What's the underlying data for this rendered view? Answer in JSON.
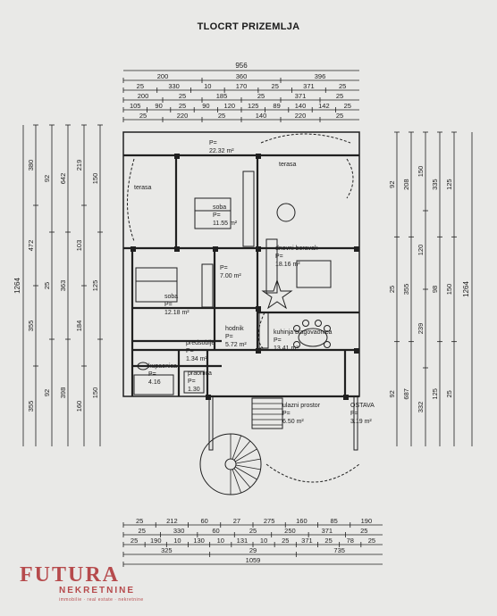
{
  "title": "TLOCRT PRIZEMLJA",
  "rooms": [
    {
      "name": "",
      "area": "P=\n22.32 m²"
    },
    {
      "name": "terasa",
      "area": ""
    },
    {
      "name": "terasa",
      "area": ""
    },
    {
      "name": "soba",
      "area": "P=\n11.55 m²"
    },
    {
      "name": "dnevni boravak",
      "area": "P=\n18.16 m²"
    },
    {
      "name": "soba",
      "area": "P=\n12.18 m²"
    },
    {
      "name": "",
      "area": "P=\n7.00 m²"
    },
    {
      "name": "hodnik",
      "area": "P=\n5.72 m²"
    },
    {
      "name": "kuhinja blagovaonica",
      "area": "P=\n13.41 m²"
    },
    {
      "name": "predsoblje",
      "area": "P=\n1.34 m²"
    },
    {
      "name": "kupaonica",
      "area": "P=\n4.16"
    },
    {
      "name": "praonica",
      "area": "P=\n1.30"
    },
    {
      "name": "ulazni prostor",
      "area": "P=\n6.50 m²"
    },
    {
      "name": "OSTAVA",
      "area": "P=\n3.19 m²"
    }
  ],
  "dimensions": {
    "top_total": "956",
    "top_rows": [
      [
        "200",
        "360",
        "396"
      ],
      [
        "25",
        "330",
        "10",
        "170",
        "25",
        "371",
        "25"
      ],
      [
        "200",
        "25",
        "185",
        "25",
        "371",
        "25"
      ],
      [
        "105",
        "90",
        "25",
        "90",
        "120",
        "125",
        "89",
        "140",
        "142",
        "25"
      ],
      [
        "25",
        "220",
        "25",
        "140",
        "220",
        "25"
      ]
    ],
    "bottom_rows": [
      [
        "25",
        "212",
        "60",
        "27",
        "275",
        "160",
        "85",
        "190"
      ],
      [
        "25",
        "330",
        "60",
        "25",
        "250",
        "371",
        "25"
      ],
      [
        "25",
        "190",
        "10",
        "130",
        "10",
        "131",
        "10",
        "25",
        "371",
        "25",
        "78",
        "25"
      ],
      [
        "325",
        "29",
        "735"
      ],
      [
        "1059"
      ]
    ],
    "left_total": "1264",
    "left_groups": [
      [
        "380",
        "472",
        "355",
        "355"
      ],
      [
        "92",
        "25",
        "92"
      ],
      [
        "642",
        "363",
        "398"
      ],
      [
        "219",
        "103",
        "184",
        "160"
      ],
      [
        "150",
        "125",
        "150"
      ]
    ],
    "right_total": "1264",
    "right_groups": [
      [
        "92",
        "25",
        "92"
      ],
      [
        "208",
        "355",
        "687"
      ],
      [
        "150",
        "120",
        "239",
        "332"
      ],
      [
        "335",
        "98",
        "125"
      ],
      [
        "125",
        "150",
        "25"
      ]
    ]
  },
  "logo": {
    "main": "FUTURA",
    "sub": "NEKRETNINE",
    "tag": "immobilie · real estate · nekretnine"
  }
}
